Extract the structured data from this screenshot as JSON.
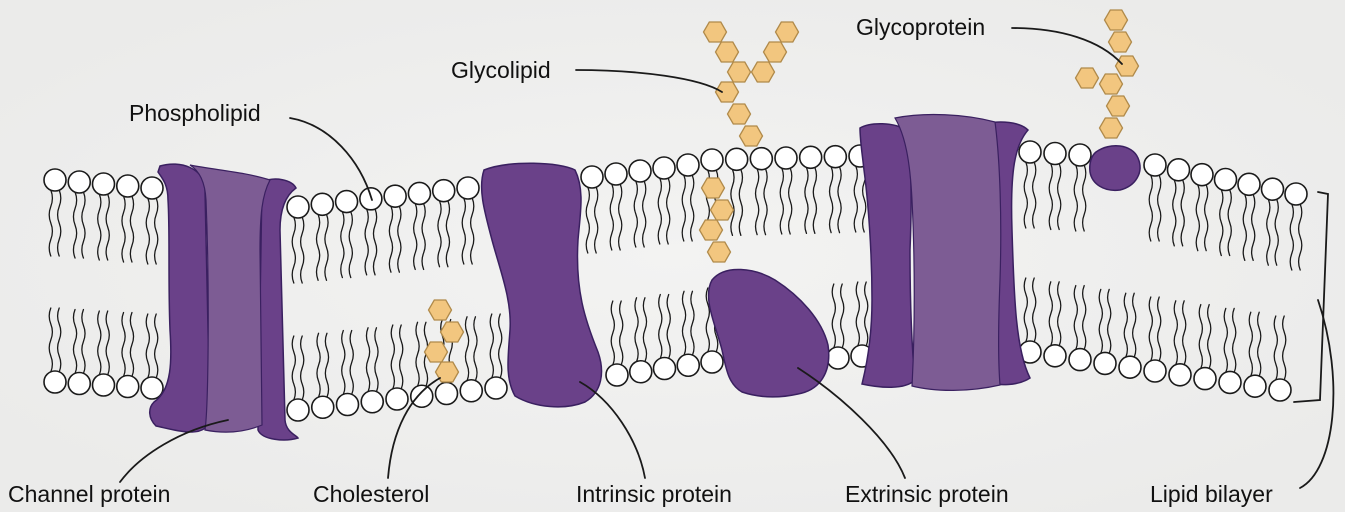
{
  "labels": {
    "phospholipid": "Phospholipid",
    "glycolipid": "Glycolipid",
    "glycoprotein": "Glycoprotein",
    "channel_protein": "Channel protein",
    "cholesterol": "Cholesterol",
    "intrinsic_protein": "Intrinsic protein",
    "extrinsic_protein": "Extrinsic protein",
    "lipid_bilayer": "Lipid bilayer"
  },
  "colors": {
    "background": "#efefee",
    "protein_dark": "#6a4189",
    "protein_light": "#7d5c94",
    "carbohydrate": "#f2c67f",
    "phospholipid_head": "#ffffff",
    "line": "#1a1a1a"
  }
}
